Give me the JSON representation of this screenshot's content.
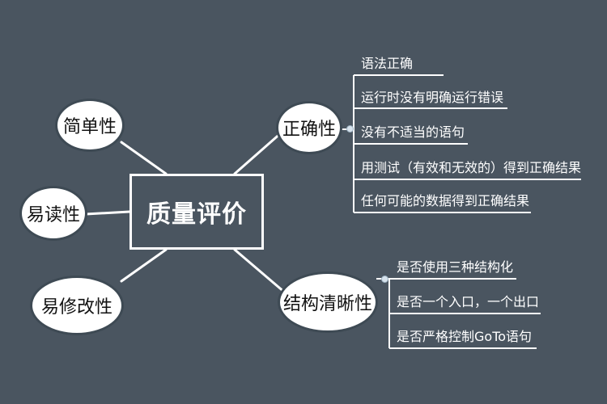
{
  "central": {
    "label": "质量评价"
  },
  "left_nodes": [
    {
      "label": "简单性"
    },
    {
      "label": "易读性"
    },
    {
      "label": "易修改性"
    }
  ],
  "right_nodes": [
    {
      "label": "正确性",
      "children": [
        "语法正确",
        "运行时没有明确运行错误",
        "没有不适当的语句",
        "用测试（有效和无效的）得到正确结果",
        "任何可能的数据得到正确结果"
      ]
    },
    {
      "label": "结构清晰性",
      "children": [
        "是否使用三种结构化",
        "是否一个入口，一个出口",
        "是否严格控制GoTo语句"
      ]
    }
  ],
  "colors": {
    "background": "#4a5560",
    "line": "#ffffff",
    "bubble_fill": "#ffffff"
  }
}
